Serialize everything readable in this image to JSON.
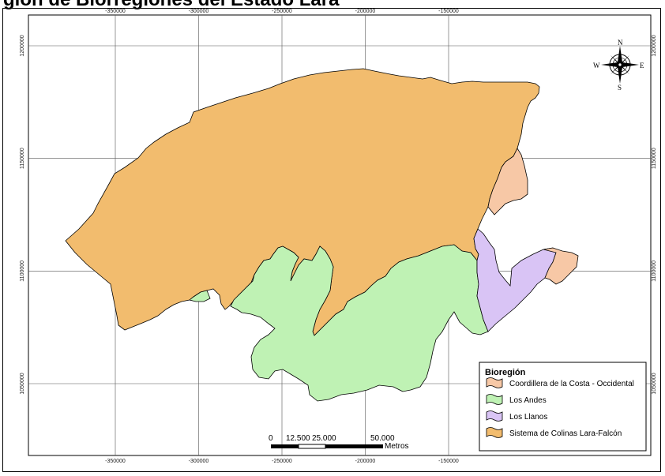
{
  "heading": "gión de Biorregiones del Estado Lara",
  "map": {
    "x_ticks": [
      {
        "value": -350000,
        "label": "-350000"
      },
      {
        "value": -300000,
        "label": "-300000"
      },
      {
        "value": -250000,
        "label": "-250000"
      },
      {
        "value": -200000,
        "label": "-200000"
      },
      {
        "value": -150000,
        "label": "-150000"
      }
    ],
    "y_ticks": [
      {
        "value": 1200000,
        "label": "1200000"
      },
      {
        "value": 1150000,
        "label": "1150000"
      },
      {
        "value": 1100000,
        "label": "1100000"
      },
      {
        "value": 1050000,
        "label": "1050000"
      }
    ],
    "regions": [
      {
        "name": "Sistema de Colinas Lara-Falcón",
        "color": "#f2bc6e"
      },
      {
        "name": "Los Andes",
        "color": "#bff2b4"
      },
      {
        "name": "Los Llanos",
        "color": "#d9c4f5"
      },
      {
        "name": "Coordillera de la Costa - Occidental",
        "color": "#f7c8a6"
      }
    ]
  },
  "legend": {
    "title": "Bioregión",
    "items": [
      {
        "label": "Coordillera de la Costa - Occidental",
        "color": "#f7c8a6"
      },
      {
        "label": "Los Andes",
        "color": "#bff2b4"
      },
      {
        "label": "Los Llanos",
        "color": "#d9c4f5"
      },
      {
        "label": "Sistema de Colinas Lara-Falcón",
        "color": "#f2bc6e"
      }
    ]
  },
  "scale_bar": {
    "labels": [
      "0",
      "12.500",
      "25.000",
      "50.000"
    ],
    "unit": "Metros"
  },
  "compass": {
    "n": "N",
    "s": "S",
    "e": "E",
    "w": "W"
  }
}
